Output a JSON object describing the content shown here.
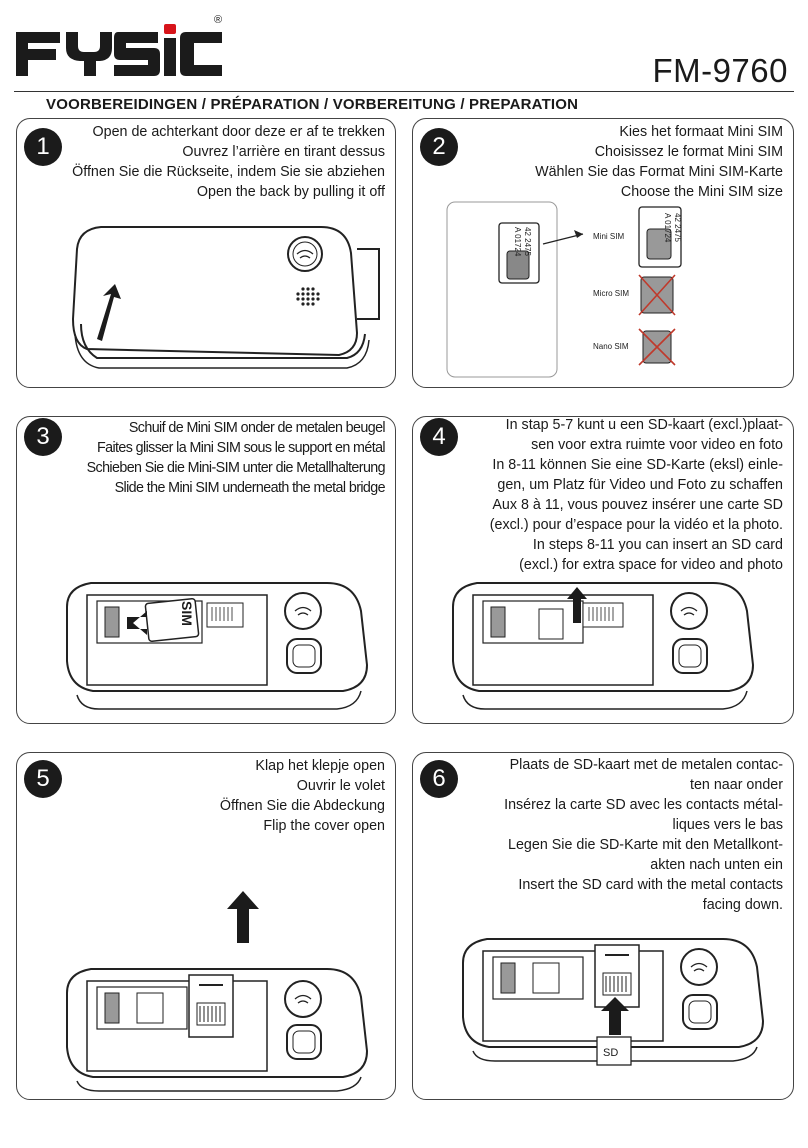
{
  "brand": {
    "name": "FYSIC",
    "registered": "®"
  },
  "model": "FM-9760",
  "heading": "VOORBEREIDINGEN / PRÉPARATION / VORBEREITUNG / PREPARATION",
  "steps": [
    {
      "number": "1",
      "lines": [
        "Open de achterkant door deze er af te trekken",
        "Ouvrez l’arrière en tirant dessus",
        "Öffnen Sie die Rückseite, indem Sie sie abziehen",
        "Open the back by pulling it off"
      ]
    },
    {
      "number": "2",
      "lines": [
        "Kies het formaat Mini SIM",
        "Choisissez le format Mini SIM",
        "Wählen Sie das Format Mini SIM-Karte",
        "Choose the Mini SIM size"
      ],
      "sim_options": [
        "Mini SIM",
        "Micro SIM",
        "Nano SIM"
      ]
    },
    {
      "number": "3",
      "lines": [
        "Schuif de Mini SIM onder de metalen beugel",
        "Faites glisser la Mini SIM sous le support en métal",
        "Schieben Sie die Mini-SIM unter die Metallhalterung",
        "Slide the Mini SIM underneath the metal bridge"
      ],
      "sim_label": "SIM"
    },
    {
      "number": "4",
      "lines": [
        "In stap 5-7 kunt u een SD-kaart (excl.)plaat-",
        "sen voor extra ruimte voor video en foto",
        "In 8-11 können Sie eine SD-Karte (eksl) einle-",
        "gen, um Platz für Video und Foto zu schaffen",
        "Aux 8 à 11, vous pouvez insérer une carte SD",
        "(excl.) pour d’espace pour la vidéo et la photo.",
        "In steps 8-11 you can insert an SD card",
        "(excl.) for extra space for video and photo"
      ]
    },
    {
      "number": "5",
      "lines": [
        "Klap het klepje open",
        "Ouvrir le volet",
        "Öffnen Sie die Abdeckung",
        "Flip the cover open"
      ]
    },
    {
      "number": "6",
      "lines": [
        "Plaats de SD-kaart met de metalen contac-",
        "ten naar onder",
        "Insérez la carte SD avec les contacts métal-",
        "liques vers le bas",
        "Legen Sie die SD-Karte mit den Metallkont-",
        "akten nach unten ein",
        "Insert the SD card with the metal contacts",
        "facing down."
      ],
      "sd_label": "SD"
    }
  ],
  "colors": {
    "ink": "#1b1b1b",
    "cross": "#c0392b",
    "sim_fill": "#9a9a9a"
  }
}
